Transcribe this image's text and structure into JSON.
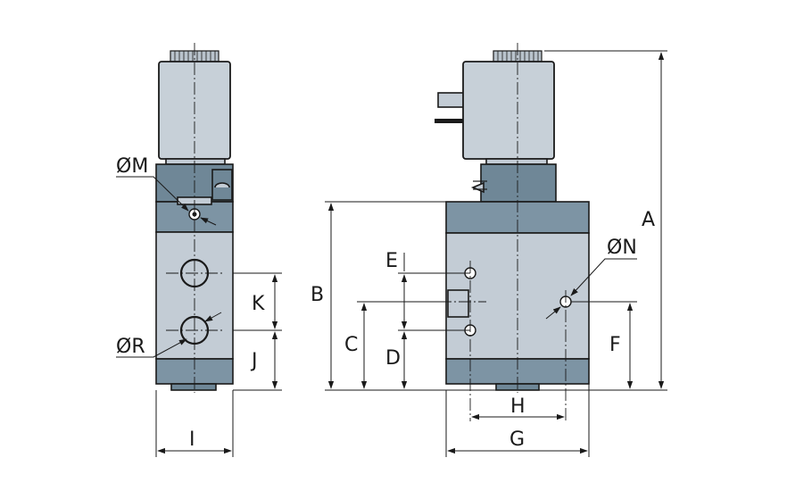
{
  "labels": {
    "A": "A",
    "B": "B",
    "C": "C",
    "D": "D",
    "E": "E",
    "F": "F",
    "G": "G",
    "H": "H",
    "I": "I",
    "J": "J",
    "K": "K",
    "M": "ØM",
    "N": "ØN",
    "R": "ØR"
  },
  "colors": {
    "body": "#c3ccd5",
    "dark": "#6f8797",
    "band": "#7d94a4",
    "line": "#1a1a1a"
  }
}
